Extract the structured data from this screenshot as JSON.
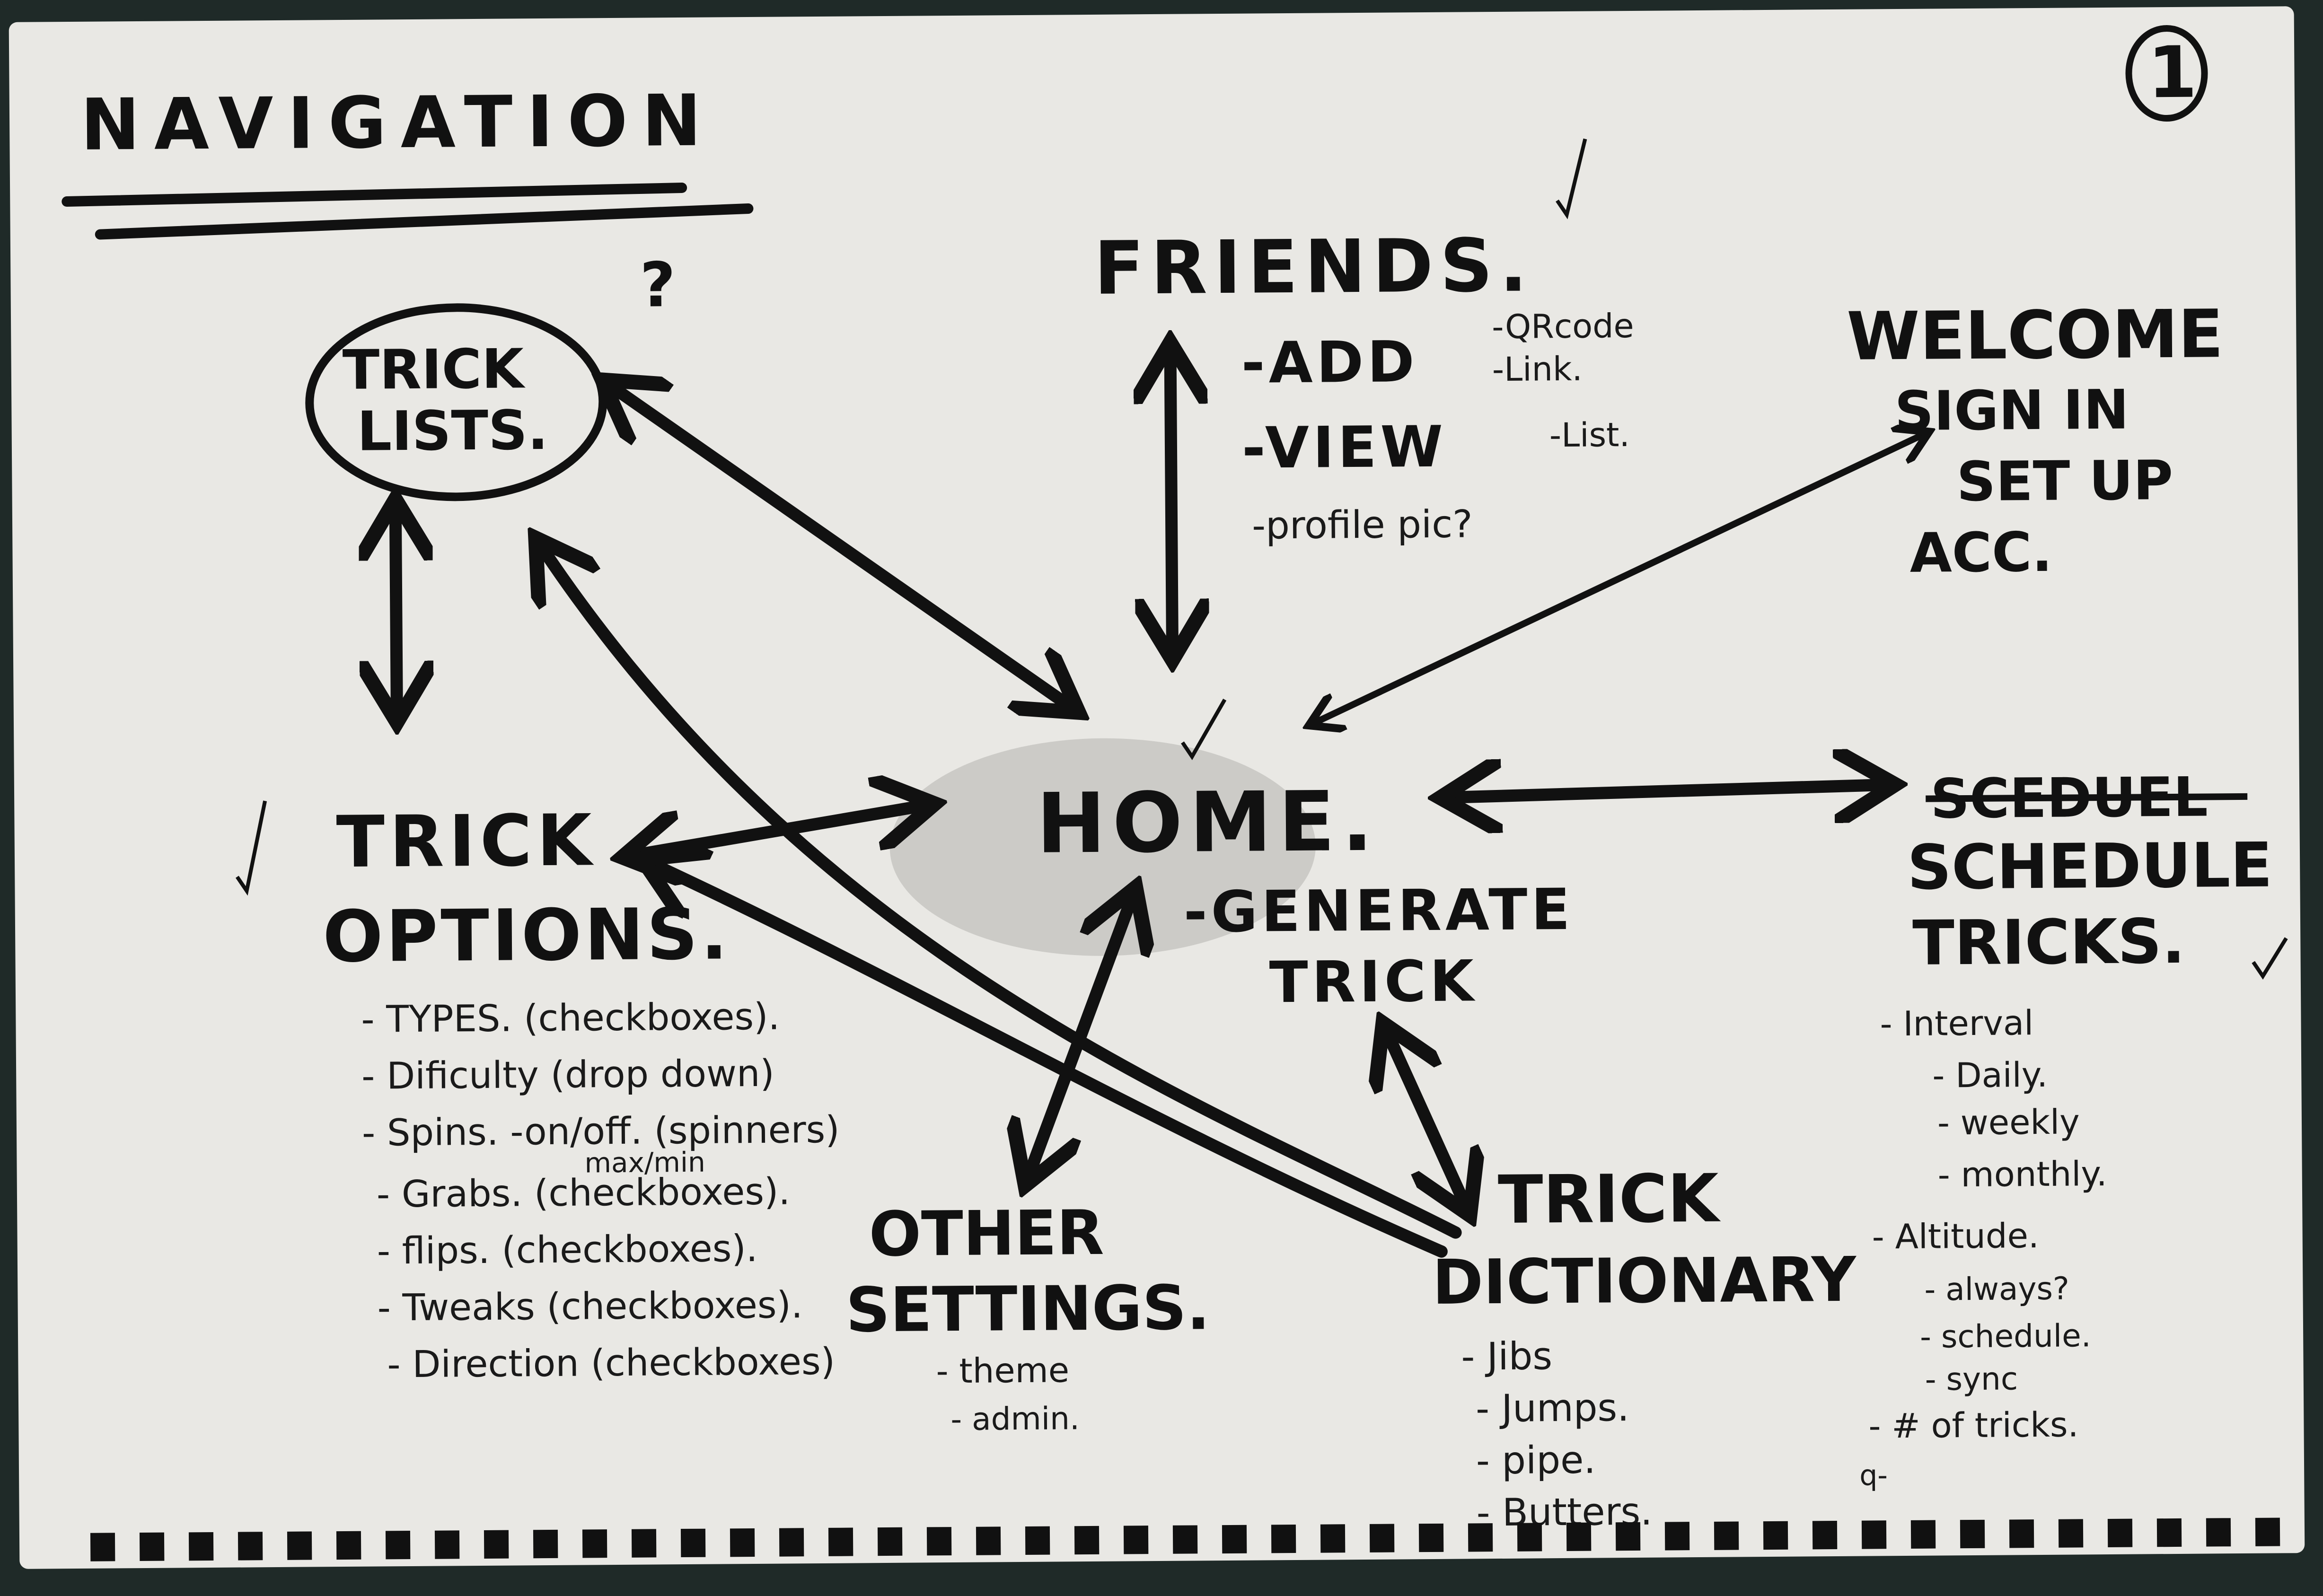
{
  "title": "NAVIGATION",
  "page_number": "1",
  "question_mark": "?",
  "nodes": {
    "home": {
      "title": "HOME.",
      "items": [
        "-GENERATE",
        "TRICK"
      ]
    },
    "friends": {
      "title": "FRIENDS.",
      "add": "-ADD",
      "add_sub": [
        "-QRcode",
        "-Link."
      ],
      "view": "-VIEW",
      "view_sub": [
        "-List."
      ],
      "extra": [
        "-profile pic?"
      ]
    },
    "welcome": {
      "lines": [
        "WELCOME",
        "SIGN IN",
        "SET UP",
        "ACC."
      ]
    },
    "trick_lists": {
      "lines": [
        "TRICK",
        "LISTS."
      ]
    },
    "trick_options": {
      "lines": [
        "TRICK",
        "OPTIONS."
      ],
      "items": [
        "- TYPES. (checkboxes).",
        "- Dificulty (drop down)",
        "- Spins. -on/off. (spinners)",
        "- Grabs. (checkboxes).",
        "- flips. (checkboxes).",
        "- Tweaks (checkboxes).",
        "- Direction (checkboxes)"
      ],
      "spins_note": "max/min"
    },
    "schedule": {
      "struck": "SCEDUEL",
      "lines": [
        "SCHEDULE",
        "TRICKS."
      ],
      "items": [
        "- Interval",
        "- Daily.",
        "- weekly",
        "- monthly.",
        "- Altitude.",
        "- always?",
        "- schedule.",
        "- sync",
        "- # of tricks.",
        "q-"
      ]
    },
    "other_settings": {
      "lines": [
        "OTHER",
        "SETTINGS."
      ],
      "items": [
        "- theme",
        "- admin."
      ]
    },
    "trick_dictionary": {
      "lines": [
        "TRICK",
        "DICTIONARY"
      ],
      "items": [
        "- Jibs",
        "- Jumps.",
        "- pipe.",
        "- Butters."
      ]
    }
  },
  "edges": [
    [
      "home",
      "friends"
    ],
    [
      "home",
      "welcome"
    ],
    [
      "home",
      "trick_lists"
    ],
    [
      "home",
      "trick_options"
    ],
    [
      "home",
      "schedule"
    ],
    [
      "home",
      "other_settings"
    ],
    [
      "home",
      "trick_dictionary"
    ],
    [
      "trick_lists",
      "trick_options"
    ],
    [
      "trick_dictionary",
      "trick_lists"
    ],
    [
      "trick_dictionary",
      "trick_options"
    ]
  ]
}
